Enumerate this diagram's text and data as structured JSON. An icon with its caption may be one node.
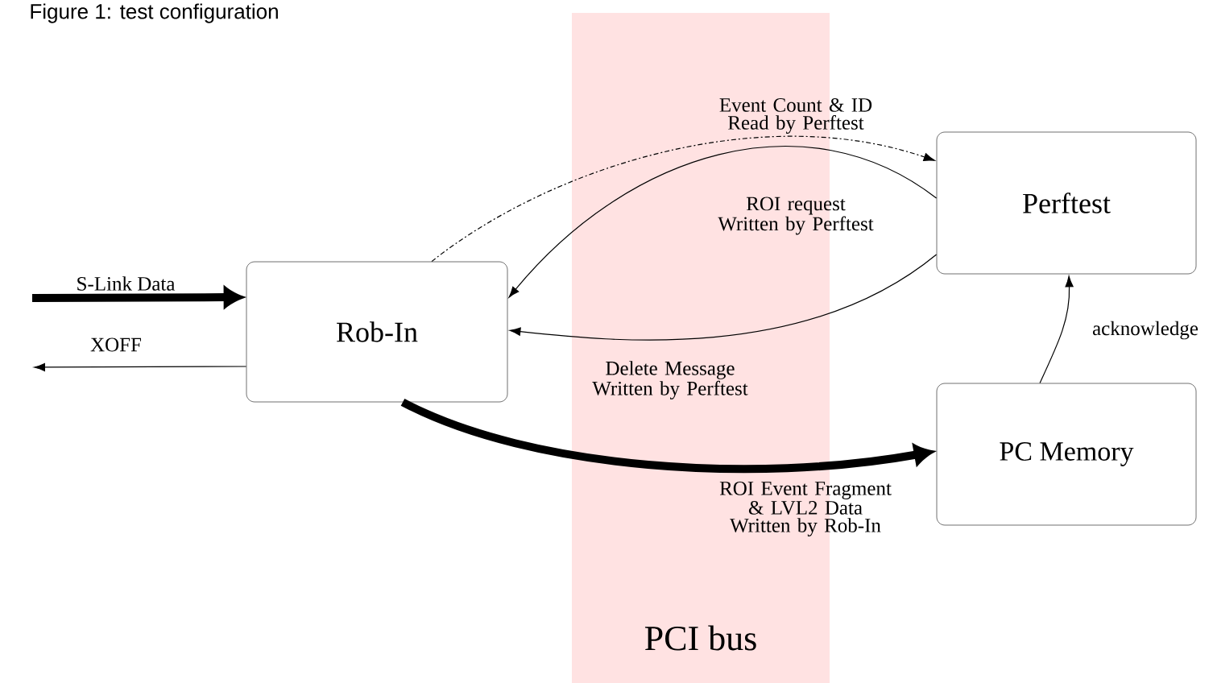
{
  "diagram": {
    "title": "Figure 1: test configuration",
    "nodes": [
      {
        "text": [
          "Rob-In"
        ]
      },
      {
        "text": [
          "Perftest"
        ]
      },
      {
        "text": [
          "PC Memory"
        ]
      }
    ],
    "edges": [
      {
        "from": null,
        "to": 0,
        "arrow": "to",
        "label": "S-Link Data",
        "style": "thick"
      },
      {
        "from": 0,
        "to": null,
        "arrow": "to",
        "label": "XOFF"
      },
      {
        "from": 0,
        "to": 1,
        "arrow": "to",
        "label": "Event Count & ID Read by Perftest",
        "style": "dashed"
      },
      {
        "from": 1,
        "to": 0,
        "arrow": "to",
        "label": "ROI request Written by Perftest"
      },
      {
        "from": 1,
        "to": 0,
        "arrow": "to",
        "label": "Delete Message Written by Perftest"
      },
      {
        "from": 0,
        "to": 2,
        "arrow": "to",
        "label": "ROI Event Fragment & LVL2 Data Written by Rob-In",
        "style": "thick"
      },
      {
        "from": 2,
        "to": 1,
        "arrow": "to",
        "label": "acknowledge"
      }
    ],
    "labels": [
      "PCI bus"
    ]
  }
}
